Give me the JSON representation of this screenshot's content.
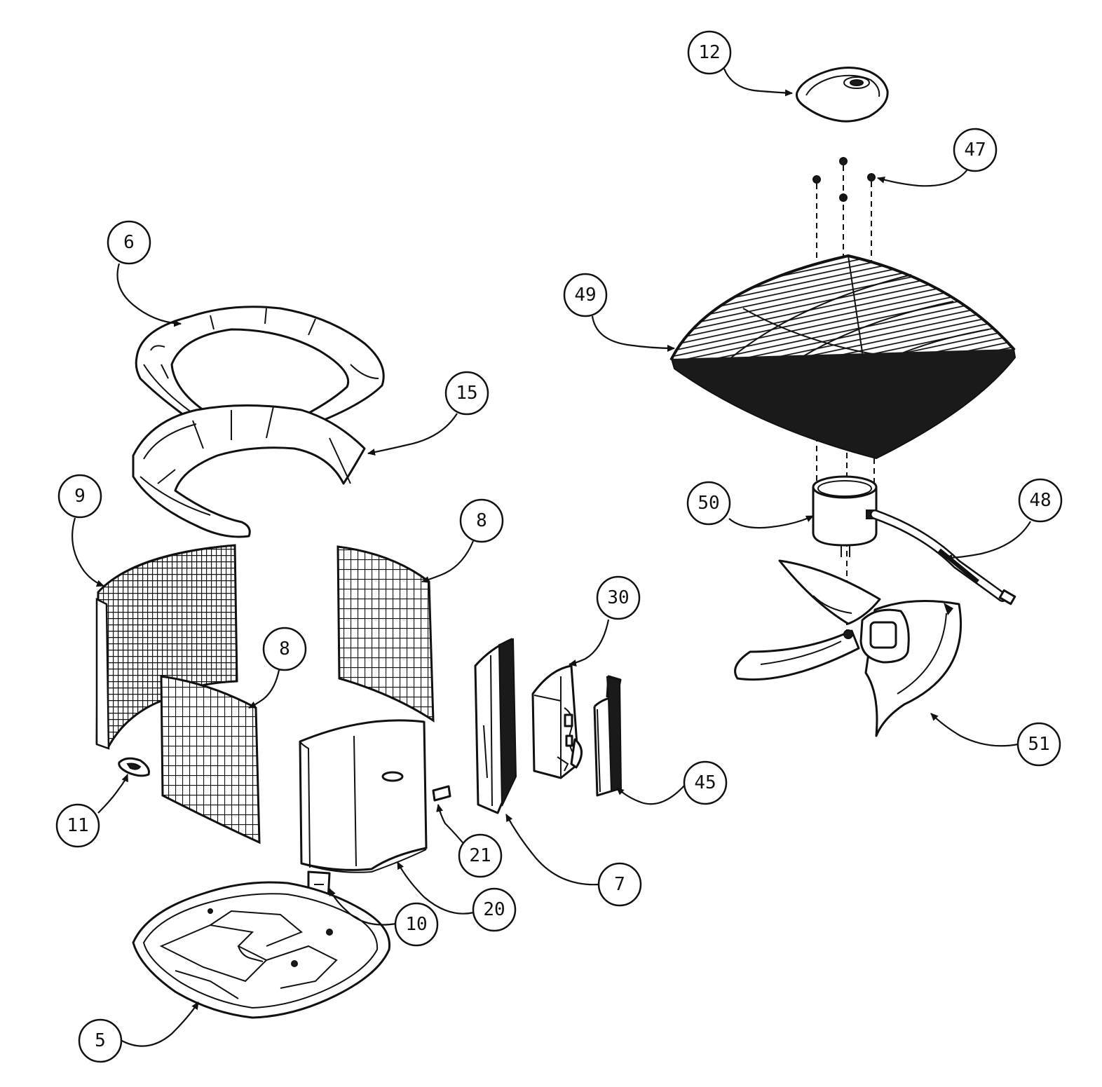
{
  "callouts": [
    {
      "id": "c12",
      "label": "12"
    },
    {
      "id": "c47",
      "label": "47"
    },
    {
      "id": "c6",
      "label": "6"
    },
    {
      "id": "c49",
      "label": "49"
    },
    {
      "id": "c15",
      "label": "15"
    },
    {
      "id": "c9",
      "label": "9"
    },
    {
      "id": "c8a",
      "label": "8"
    },
    {
      "id": "c50",
      "label": "50"
    },
    {
      "id": "c48",
      "label": "48"
    },
    {
      "id": "c30",
      "label": "30"
    },
    {
      "id": "c8b",
      "label": "8"
    },
    {
      "id": "c51",
      "label": "51"
    },
    {
      "id": "c45",
      "label": "45"
    },
    {
      "id": "c11",
      "label": "11"
    },
    {
      "id": "c21",
      "label": "21"
    },
    {
      "id": "c7",
      "label": "7"
    },
    {
      "id": "c20",
      "label": "20"
    },
    {
      "id": "c10",
      "label": "10"
    },
    {
      "id": "c5",
      "label": "5"
    }
  ]
}
